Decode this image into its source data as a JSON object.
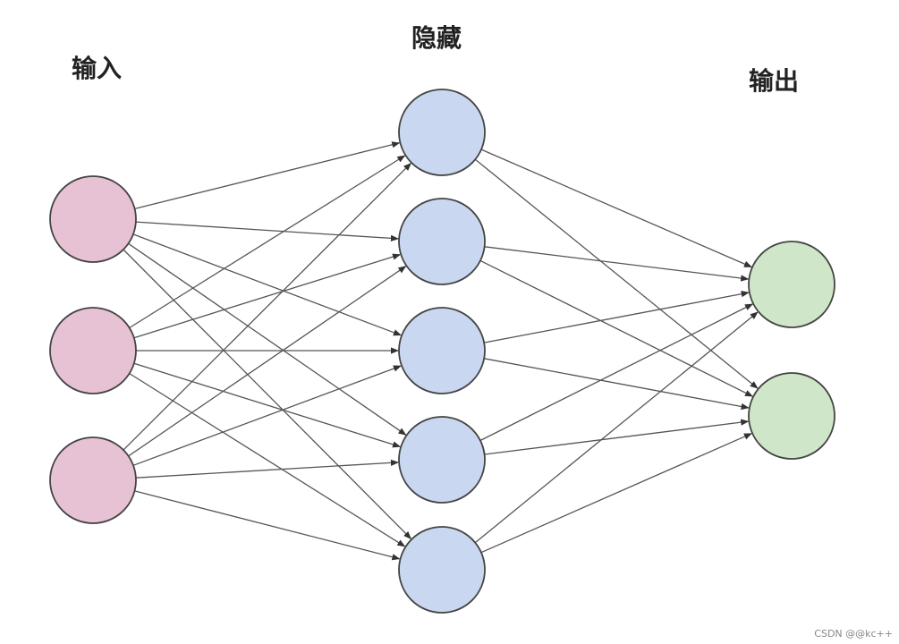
{
  "labels": {
    "input": "输入",
    "hidden": "隐藏",
    "output": "输出"
  },
  "layers": [
    {
      "name": "input",
      "count": 3,
      "fill": "#e6c2d4"
    },
    {
      "name": "hidden",
      "count": 5,
      "fill": "#c9d8f0"
    },
    {
      "name": "output",
      "count": 2,
      "fill": "#cfe7c8"
    }
  ],
  "watermark": "CSDN @@kc++"
}
